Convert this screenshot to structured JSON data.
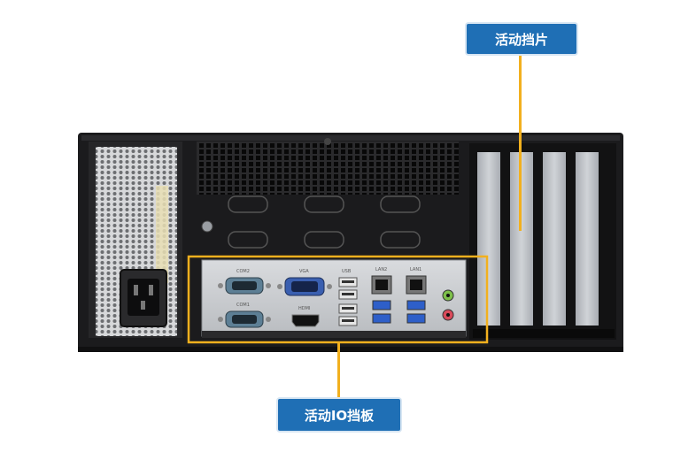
{
  "callouts": {
    "slot_brackets": "活动挡片",
    "io_shield": "活动IO挡板"
  },
  "port_labels": {
    "com2": "COM2",
    "com1": "COM1",
    "vga": "VGA",
    "hdmi": "HDMI",
    "usb": "USB",
    "lan2": "LAN2",
    "lan1": "LAN1"
  },
  "colors": {
    "callout_bg": "#1f6fb5",
    "leader_line": "#f2b01e",
    "chassis": "#1b1b1d",
    "io_shield": "#c9ccd0",
    "bracket": "#b8bcc2"
  }
}
